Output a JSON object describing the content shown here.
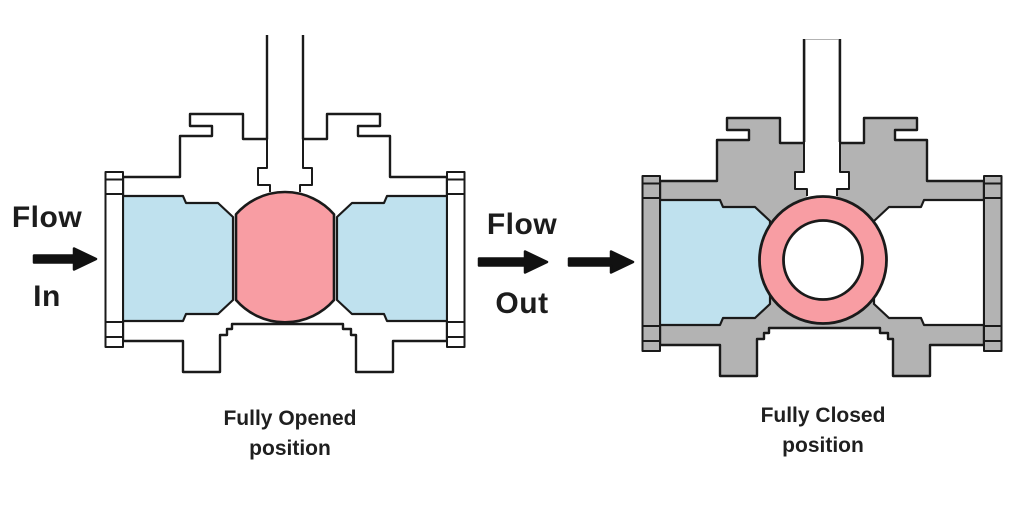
{
  "diagram": {
    "type": "ball-valve-cross-section-comparison",
    "flow_annotations": {
      "inlet": {
        "line1": "Flow",
        "line2": "In"
      },
      "outlet": {
        "line1": "Flow",
        "line2": "Out"
      }
    },
    "valves": {
      "open": {
        "caption_line1": "Fully Opened",
        "caption_line2": "position"
      },
      "closed": {
        "caption_line1": "Fully Closed",
        "caption_line2": "position"
      }
    },
    "icons": {
      "inlet_arrow": "flow-in-arrow-icon",
      "outlet_arrow": "flow-out-arrow-icon",
      "transition_arrow": "transition-arrow-icon"
    },
    "colors": {
      "background": "#ffffff",
      "outline": "#1a1a1a",
      "flow_fill": "#bfe1ee",
      "empty_fill": "#ffffff",
      "ball_fill": "#f89da3",
      "bore_fill": "#ffffff",
      "open_body_fill": "#ffffff",
      "closed_body_fill": "#b3b3b3",
      "arrow_fill": "#111111"
    }
  }
}
